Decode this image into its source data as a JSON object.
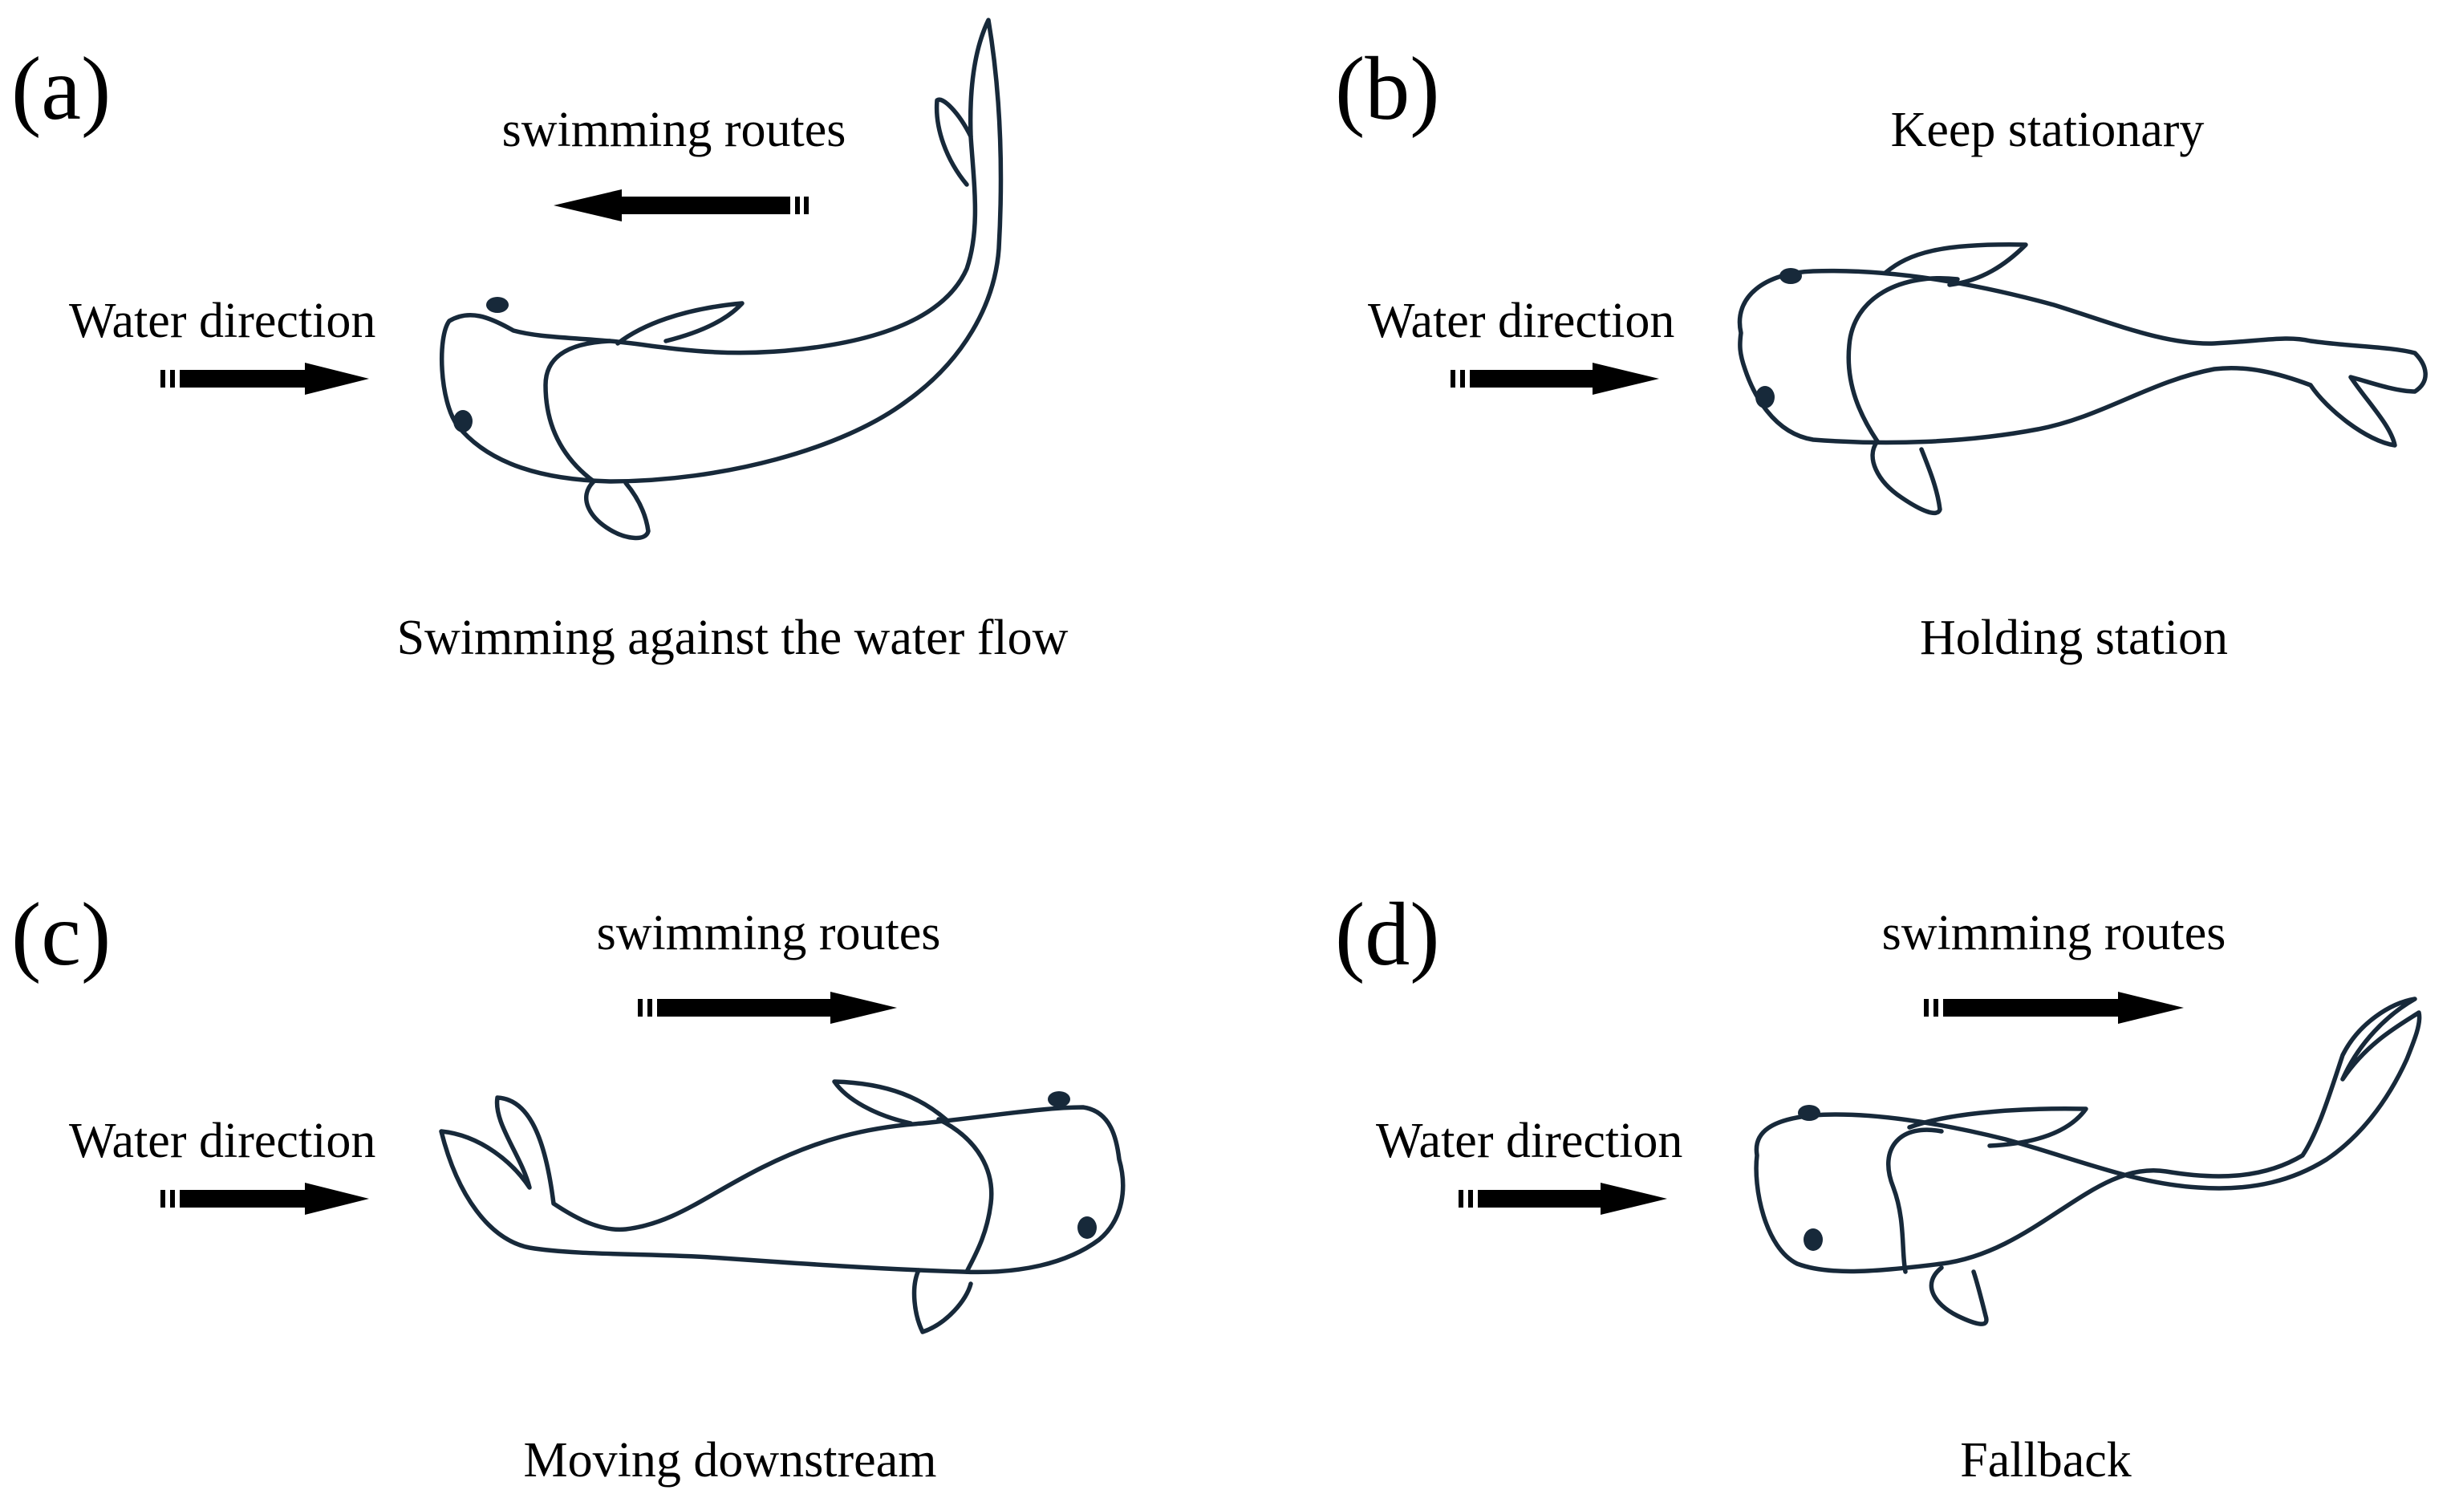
{
  "panels": {
    "a": {
      "letter": "(a)",
      "route_label": "swimming routes",
      "water_label": "Water direction",
      "caption": "Swimming against the water flow"
    },
    "b": {
      "letter": "(b)",
      "top_label": "Keep stationary",
      "water_label": "Water direction",
      "caption": "Holding station"
    },
    "c": {
      "letter": "(c)",
      "route_label": "swimming routes",
      "water_label": "Water direction",
      "caption": "Moving downstream"
    },
    "d": {
      "letter": "(d)",
      "route_label": "swimming routes",
      "water_label": "Water direction",
      "caption": "Fallback"
    }
  },
  "colors": {
    "fish_outline": "#17293a",
    "arrow": "#000000",
    "text": "#000000",
    "background": "#ffffff"
  },
  "icons": {
    "fish": "koi-fish-top-view-icon",
    "arrow": "dashed-tail-arrow-icon"
  }
}
